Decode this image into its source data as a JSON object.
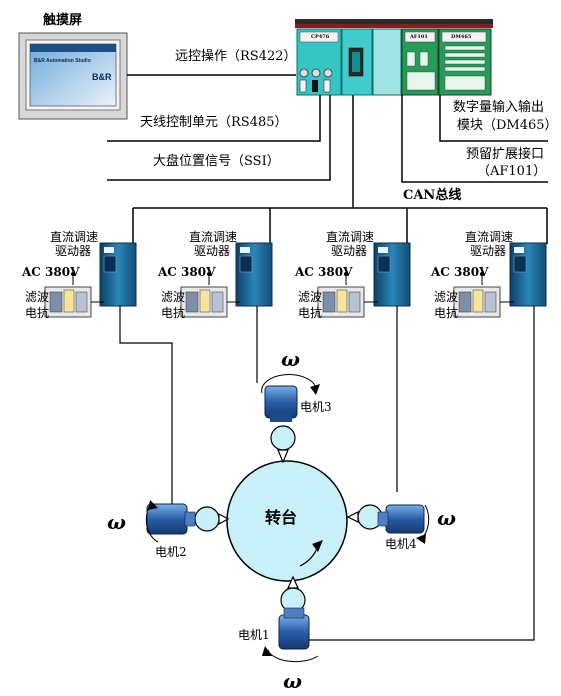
{
  "touchscreen": {
    "label": "触摸屏",
    "screen_text": "B&R Automation Studio",
    "logo": "B&R"
  },
  "plc": {
    "modules": [
      "CP476",
      "AF101",
      "DM465"
    ]
  },
  "links": {
    "rs422": "远控操作（RS422）",
    "rs485": "天线控制单元（RS485）",
    "ssi": "大盘位置信号（SSI）",
    "dm465_line1": "数字量输入输出",
    "dm465_line2": "模块（DM465）",
    "af101_line1": "预留扩展接口",
    "af101_line2": "（AF101）",
    "can_bus": "CAN总线"
  },
  "drive_units": [
    {
      "drive_line1": "直流调速",
      "drive_line2": "驱动器",
      "power": "AC 380V",
      "filter_line1": "滤波",
      "filter_line2": "电抗"
    },
    {
      "drive_line1": "直流调速",
      "drive_line2": "驱动器",
      "power": "AC 380V",
      "filter_line1": "滤波",
      "filter_line2": "电抗"
    },
    {
      "drive_line1": "直流调速",
      "drive_line2": "驱动器",
      "power": "AC 380V",
      "filter_line1": "滤波",
      "filter_line2": "电抗"
    },
    {
      "drive_line1": "直流调速",
      "drive_line2": "驱动器",
      "power": "AC 380V",
      "filter_line1": "滤波",
      "filter_line2": "电抗"
    }
  ],
  "turntable": "转台",
  "motors": {
    "m1": "电机1",
    "m2": "电机2",
    "m3": "电机3",
    "m4": "电机4"
  },
  "omega": "ω",
  "colors": {
    "drive": "#1e6f9a",
    "module": "#38c7c7",
    "turntable": "#c8f0f8",
    "line": "#000000"
  }
}
